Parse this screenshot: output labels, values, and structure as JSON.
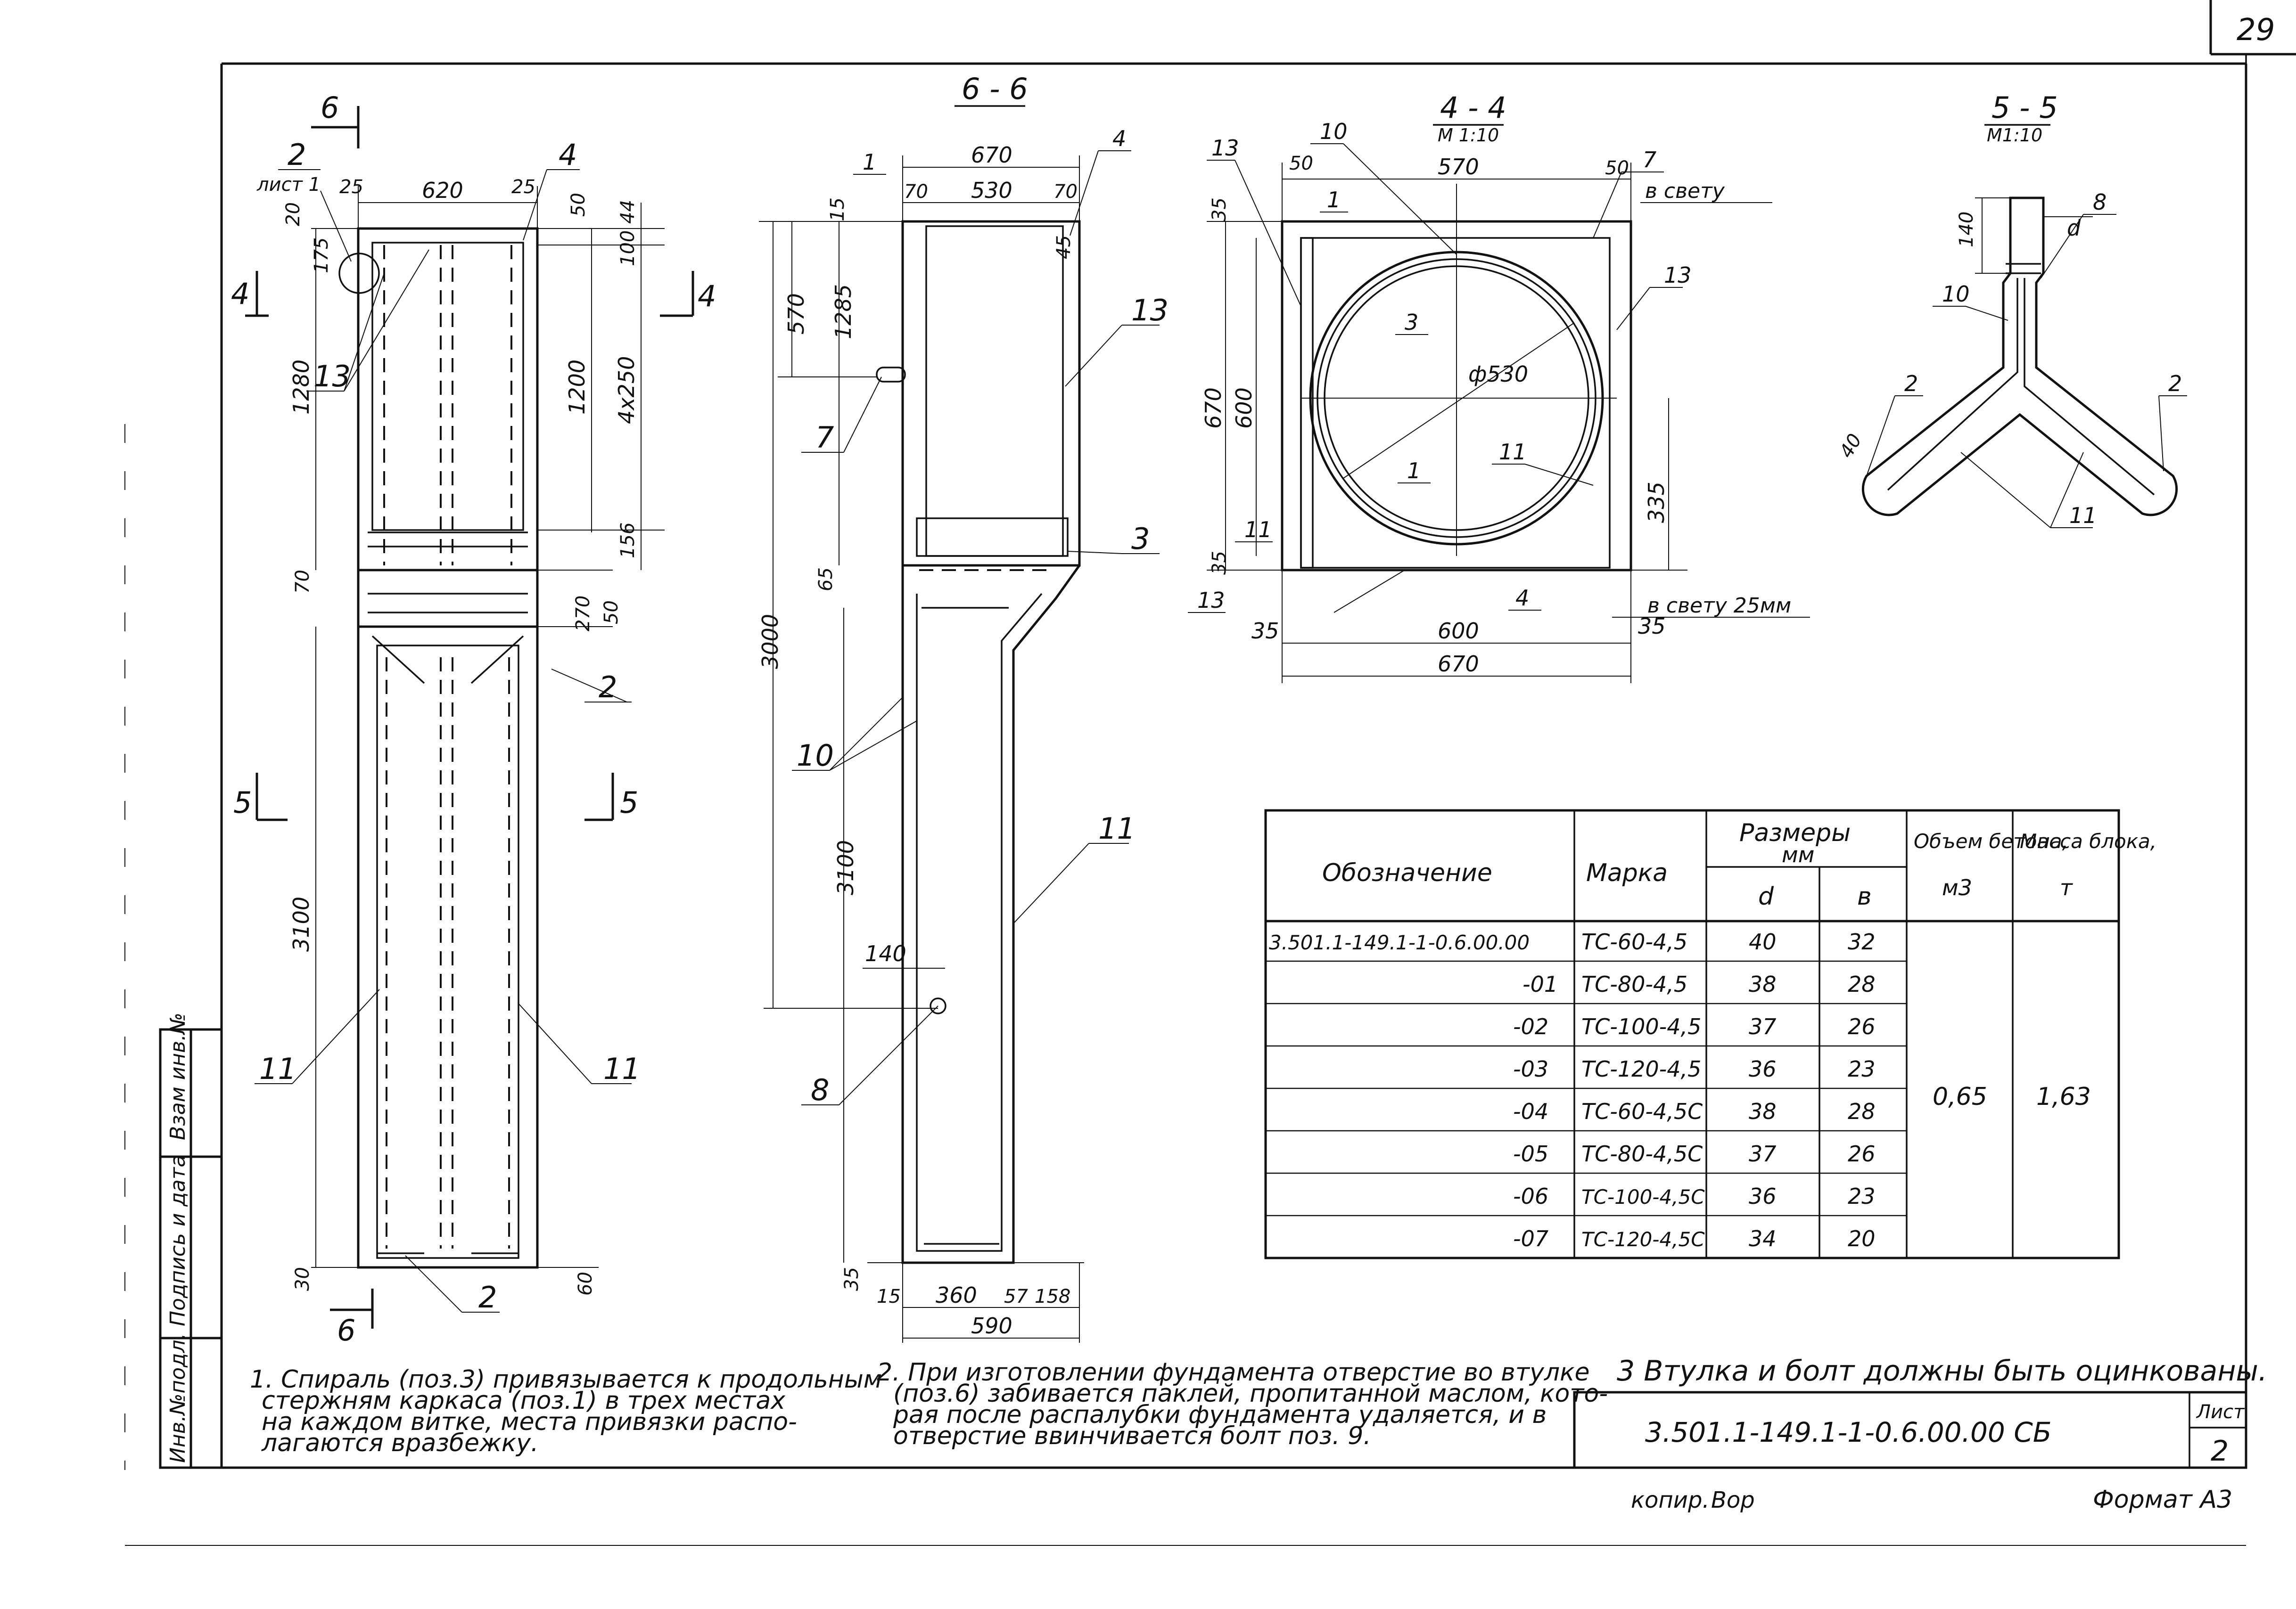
{
  "sheet": {
    "page_number": "29",
    "doc_code": "3.501.1-149.1-1-0.6.00.00 СБ",
    "sheet_label": "Лист",
    "sheet_number": "2",
    "format": "Формат А3",
    "copied": "копир.",
    "copied_sign": "Вор"
  },
  "stamp_cells": [
    "Взам инв.№",
    "Подпись и дата",
    "Инв.№подл."
  ],
  "sections": {
    "s66": "6 - 6",
    "s44": "4 - 4",
    "s44_scale": "М 1:10",
    "s55": "5 - 5",
    "s55_scale": "М1:10"
  },
  "view1": {
    "cut_marks": [
      "6",
      "6",
      "4",
      "4",
      "5",
      "5"
    ],
    "ref": "2",
    "ref_sheet": "лист 1",
    "dims": [
      "620",
      "25",
      "25",
      "20",
      "175",
      "50",
      "44",
      "100",
      "1200",
      "4x250",
      "1280",
      "156",
      "70",
      "270",
      "50",
      "3100",
      "30",
      "60"
    ],
    "pos": [
      "4",
      "13",
      "2",
      "11",
      "11",
      "2"
    ]
  },
  "view2": {
    "dims": [
      "670",
      "70",
      "530",
      "70",
      "15",
      "45",
      "570",
      "1285",
      "65",
      "3000",
      "3100",
      "140",
      "35",
      "15",
      "360",
      "57",
      "158",
      "590"
    ],
    "pos": [
      "1",
      "4",
      "13",
      "7",
      "3",
      "10",
      "11",
      "8"
    ]
  },
  "view3": {
    "dims": [
      "570",
      "50",
      "50",
      "35",
      "ф530",
      "670",
      "600",
      "335",
      "35",
      "35",
      "600",
      "35",
      "670"
    ],
    "pos": [
      "13",
      "10",
      "1",
      "7",
      "13",
      "3",
      "11",
      "1",
      "11",
      "13",
      "4"
    ],
    "note_top": "в свету",
    "note_bottom": "в свету 25мм"
  },
  "view4": {
    "dims": [
      "140",
      "d",
      "40"
    ],
    "pos": [
      "8",
      "10",
      "2",
      "2",
      "11"
    ]
  },
  "table": {
    "headers": {
      "designation": "Обозначение",
      "mark": "Марка",
      "sizes": "Размеры",
      "sizes_unit": "мм",
      "d": "d",
      "b": "в",
      "volume": "Объем бетона,",
      "volume_unit": "м3",
      "mass": "Масса блока,",
      "mass_unit": "т"
    },
    "rows": [
      {
        "designation": "3.501.1-149.1-1-0.6.00.00",
        "mark": "ТС-60-4,5",
        "d": "40",
        "b": "32"
      },
      {
        "designation": "-01",
        "mark": "ТС-80-4,5",
        "d": "38",
        "b": "28"
      },
      {
        "designation": "-02",
        "mark": "ТС-100-4,5",
        "d": "37",
        "b": "26"
      },
      {
        "designation": "-03",
        "mark": "ТС-120-4,5",
        "d": "36",
        "b": "23"
      },
      {
        "designation": "-04",
        "mark": "ТС-60-4,5С",
        "d": "38",
        "b": "28"
      },
      {
        "designation": "-05",
        "mark": "ТС-80-4,5С",
        "d": "37",
        "b": "26"
      },
      {
        "designation": "-06",
        "mark": "ТС-100-4,5С",
        "d": "36",
        "b": "23"
      },
      {
        "designation": "-07",
        "mark": "ТС-120-4,5С",
        "d": "34",
        "b": "20"
      }
    ],
    "volume": "0,65",
    "mass": "1,63"
  },
  "notes": [
    [
      "1. Спираль (поз.3) привязывается к продольным",
      "стержням каркаса (поз.1) в трех местах",
      "на каждом витке, места привязки распо-",
      "лагаются вразбежку."
    ],
    [
      "2. При изготовлении фундамента отверстие во втулке",
      "(поз.6) забивается паклей, пропитанной маслом, кото-",
      "рая после распалубки фундамента удаляется, и в",
      "отверстие ввинчивается болт поз. 9."
    ],
    [
      "3 Втулка и болт должны быть оцинкованы."
    ]
  ]
}
